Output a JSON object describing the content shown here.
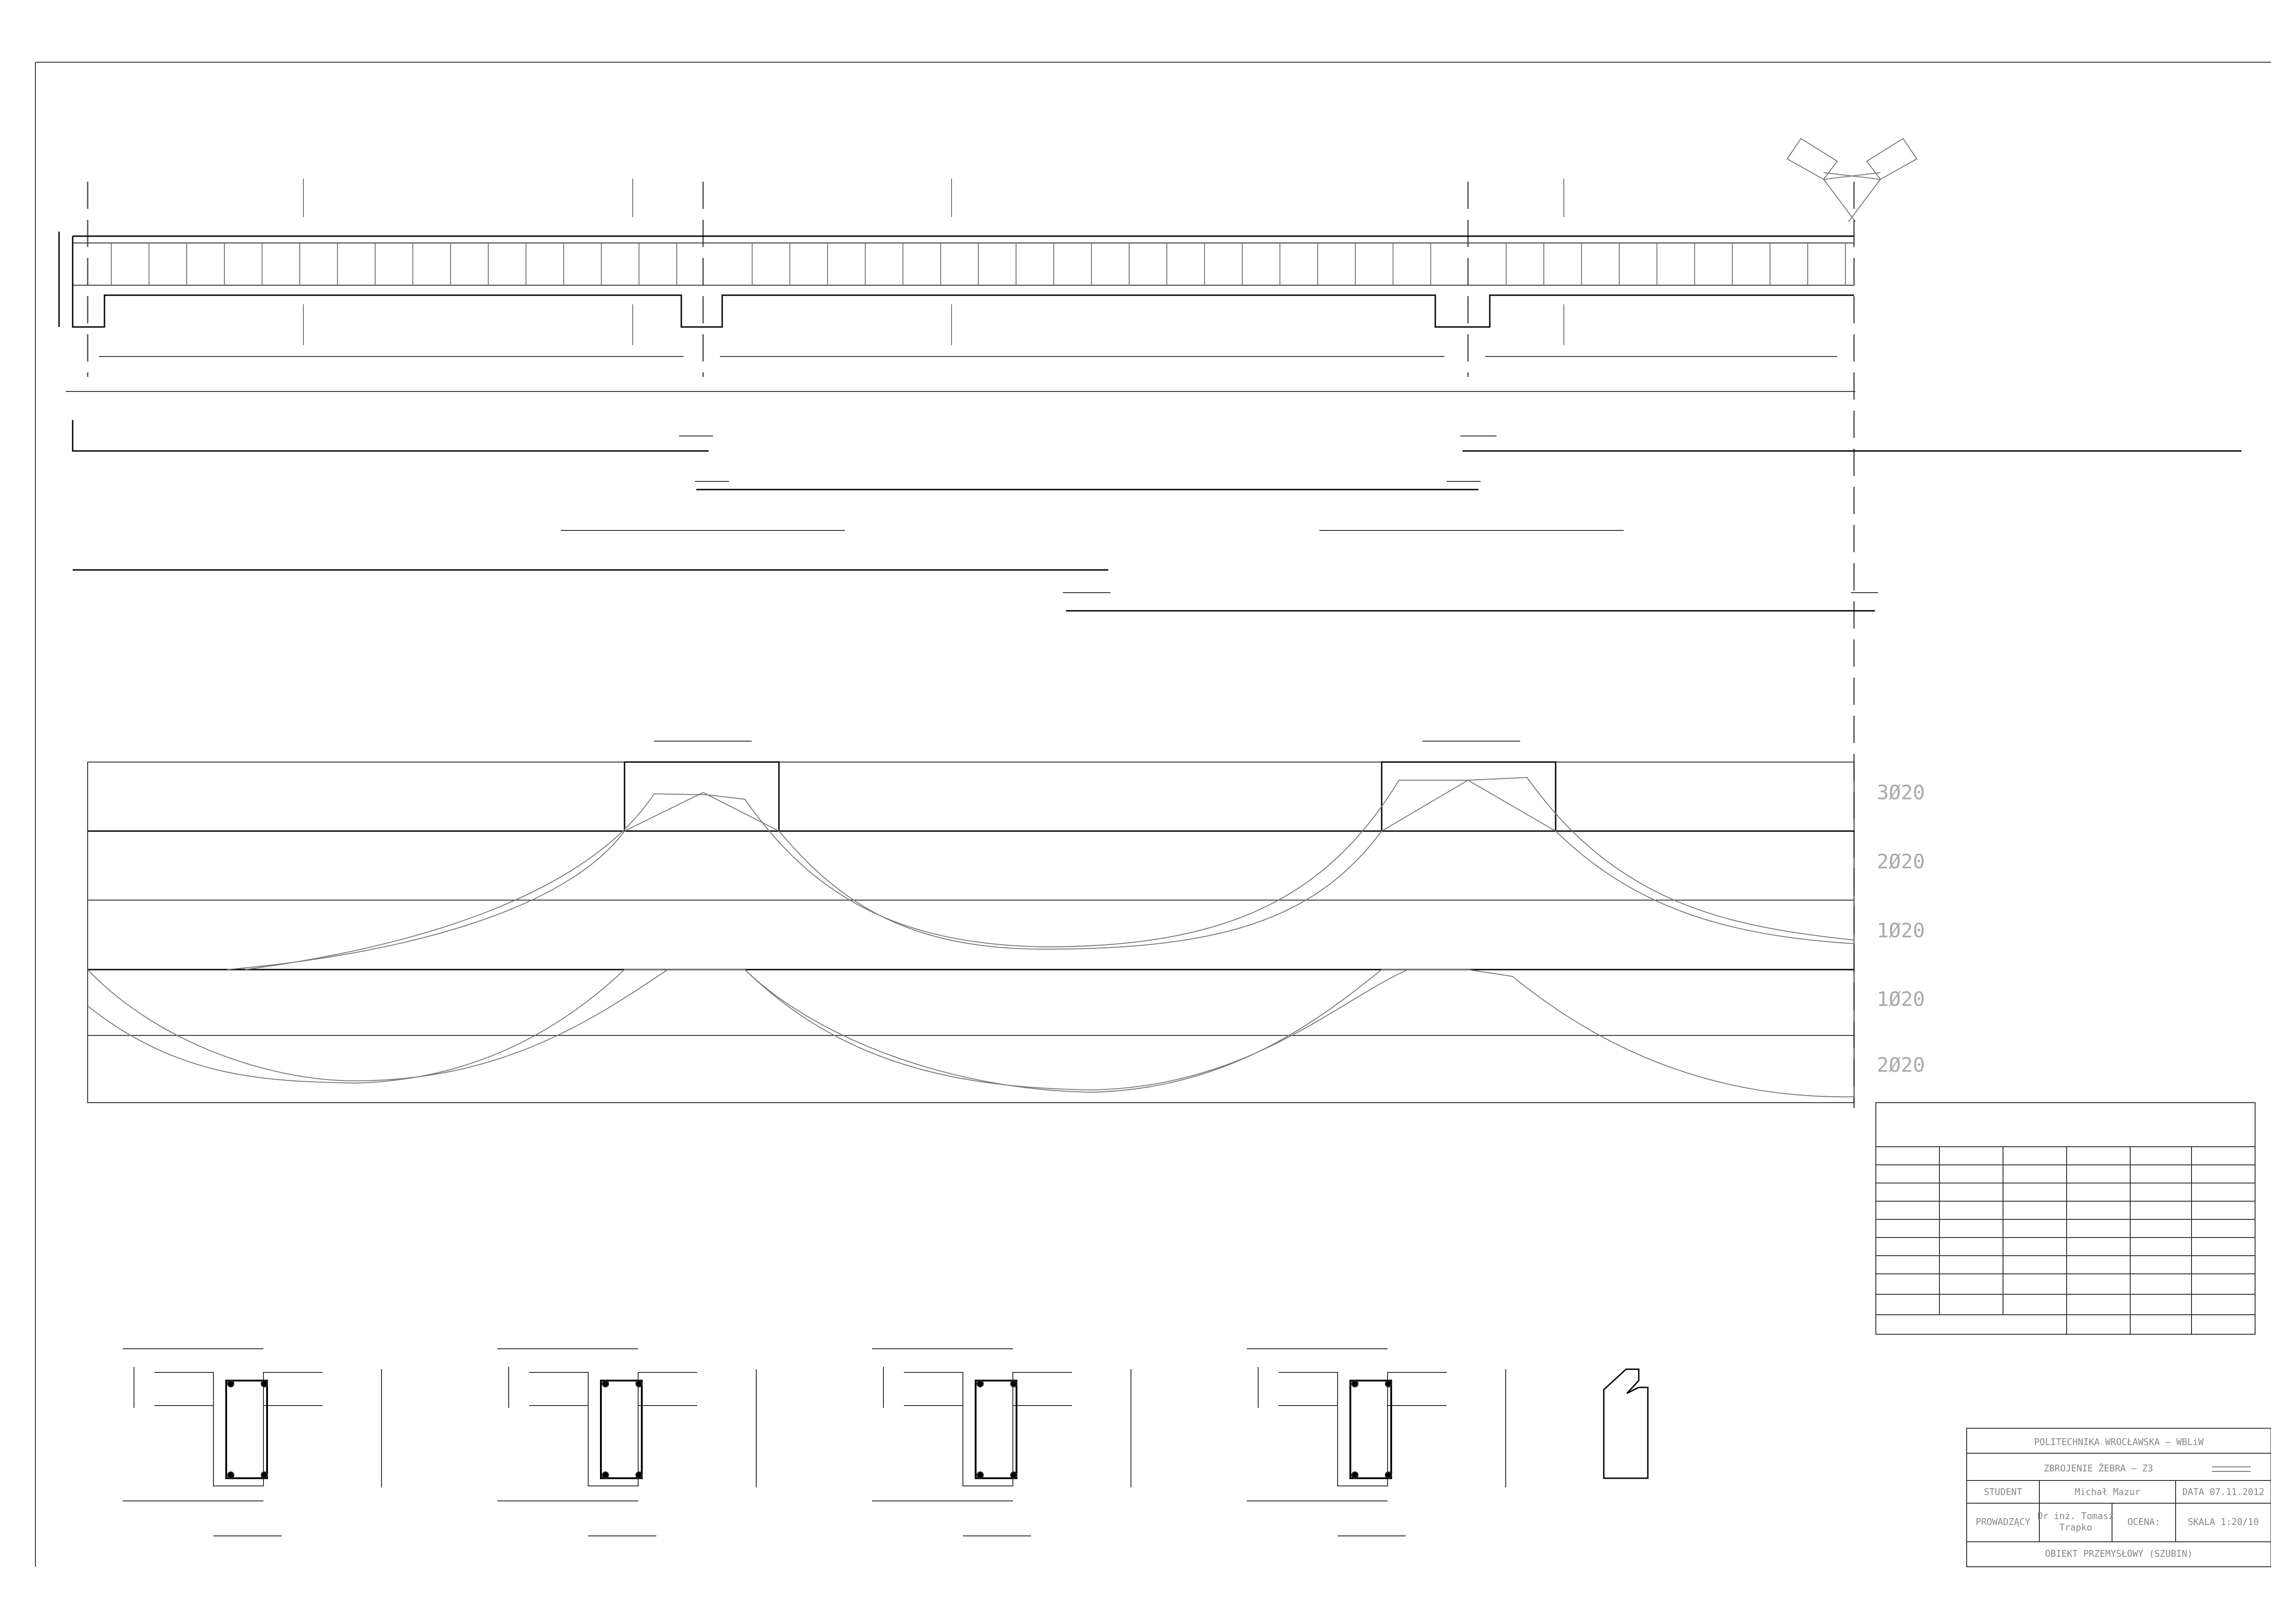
{
  "envelope": {
    "rows": [
      {
        "label": "3Ø20"
      },
      {
        "label": "2Ø20"
      },
      {
        "label": "1Ø20"
      },
      {
        "label": "1Ø20"
      },
      {
        "label": "2Ø20"
      }
    ]
  },
  "title_block": {
    "university": "POLITECHNIKA WROCŁAWSKA – WBLiW",
    "drawing_title": "ZBROJENIE ŻEBRA – Z3",
    "student_label": "STUDENT",
    "student_name": "Michał Mazur",
    "date": "DATA 07.11.2012",
    "supervisor_label": "PROWADZĄCY",
    "supervisor_line1": "Dr inż. Tomasz",
    "supervisor_line2": "Trapko",
    "grade_label": "OCENA:",
    "scale": "SKALA 1:20/10",
    "project": "OBIEKT PRZEMYSŁOWY (SZUBIN)"
  },
  "icons": {
    "north_flags": "crossed-flags-icon",
    "stirrup_detail": "stirrup-shape-icon"
  }
}
